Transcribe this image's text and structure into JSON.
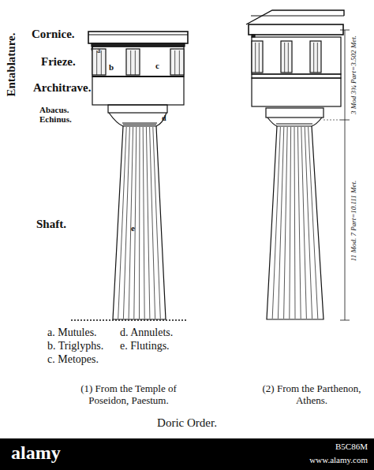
{
  "diagram": {
    "caption": "Doric Order.",
    "labels": [
      "Cornice.",
      "Frieze.",
      "Architrave.",
      "Entablature.",
      "Abacus.",
      "Echinus.",
      "Shaft.",
      "a",
      "b",
      "c",
      "d",
      "e",
      "a. Mutules.",
      "b. Triglyphs.",
      "c. Metopes.",
      "d. Annulets.",
      "e. Flutings.",
      "(1) From the Temple of Poseidon, Paestum.",
      "(2) From the Parthenon, Athens.",
      "3 Mod 3¾ Part=3.502 Met.",
      "11 Mod. 7 Part=10.111 Met.",
      "alamy",
      "B5C86M",
      "www.alamy.com"
    ]
  }
}
